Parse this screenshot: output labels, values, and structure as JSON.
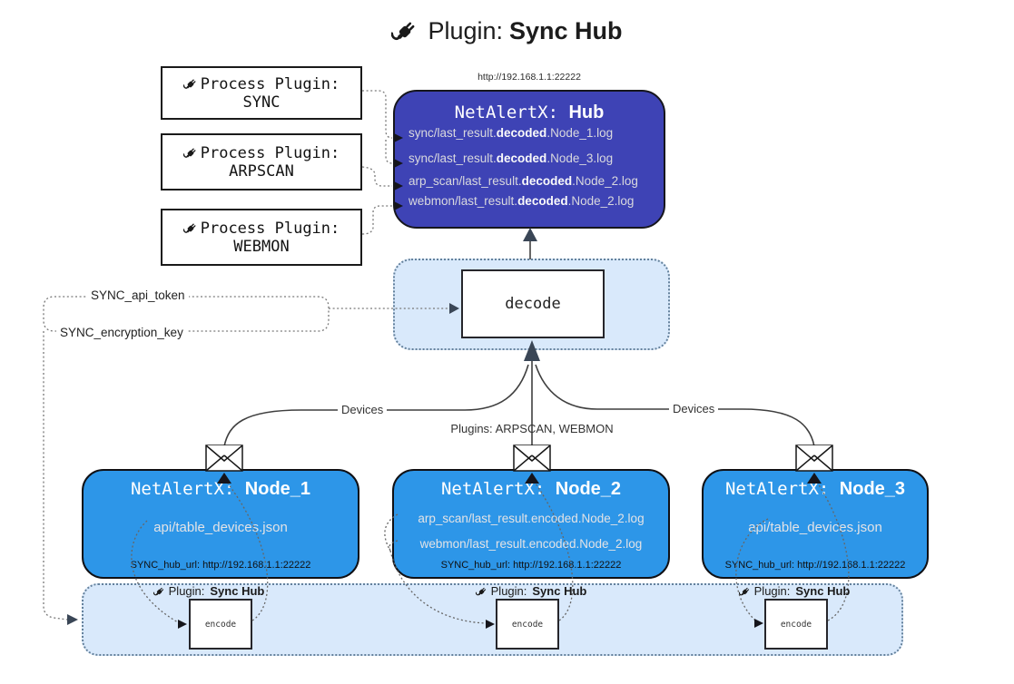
{
  "title": {
    "label": "Plugin:",
    "name": "Sync Hub"
  },
  "process_plugins": [
    {
      "label": "Process Plugin:",
      "name": "SYNC"
    },
    {
      "label": "Process Plugin:",
      "name": "ARPSCAN"
    },
    {
      "label": "Process Plugin:",
      "name": "WEBMON"
    }
  ],
  "hub": {
    "url": "http://192.168.1.1:22222",
    "brand": "NetAlertX: ",
    "name": "Hub",
    "logs": [
      {
        "pre": "sync/last_result.",
        "bold": "decoded",
        "post": ".Node_1.log"
      },
      {
        "pre": "sync/last_result.",
        "bold": "decoded",
        "post": ".Node_3.log"
      },
      {
        "pre": "arp_scan/last_result.",
        "bold": "decoded",
        "post": ".Node_2.log"
      },
      {
        "pre": "webmon/last_result.",
        "bold": "decoded",
        "post": ".Node_2.log"
      }
    ]
  },
  "decode_label": "decode",
  "settings": {
    "api_token": "SYNC_api_token",
    "encryption_key": "SYNC_encryption_key"
  },
  "edge_labels": {
    "devices_left": "Devices",
    "plugins": "Plugins: ARPSCAN, WEBMON",
    "devices_right": "Devices"
  },
  "nodes": [
    {
      "brand": "NetAlertX: ",
      "name": "Node_1",
      "files": [
        "api/table_devices.json"
      ],
      "hub_url": "SYNC_hub_url: http://192.168.1.1:22222"
    },
    {
      "brand": "NetAlertX: ",
      "name": "Node_2",
      "files": [
        "arp_scan/last_result.encoded.Node_2.log",
        "webmon/last_result.encoded.Node_2.log"
      ],
      "hub_url": "SYNC_hub_url: http://192.168.1.1:22222"
    },
    {
      "brand": "NetAlertX: ",
      "name": "Node_3",
      "files": [
        "api/table_devices.json"
      ],
      "hub_url": "SYNC_hub_url: http://192.168.1.1:22222"
    }
  ],
  "encode": {
    "plugin_label": "Plugin:",
    "plugin_name": "Sync Hub",
    "box_label": "encode"
  },
  "colors": {
    "hub_fill": "#3e43b5",
    "node_fill": "#2d96e8",
    "container_fill": "#d9e9fb",
    "container_border": "#64819c",
    "arrow_dark": "#3a4656"
  }
}
